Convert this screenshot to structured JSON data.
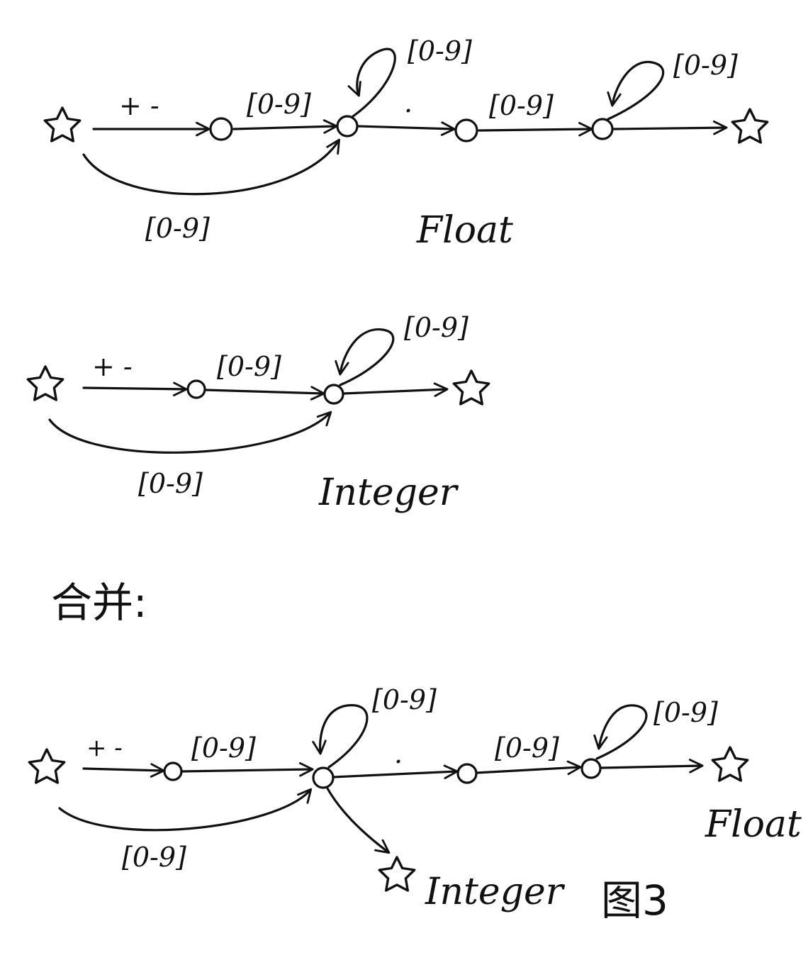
{
  "labels": {
    "sign": "+ -",
    "digit": "[0-9]",
    "dot": ".",
    "float": "Float",
    "integer": "Integer",
    "merge": "合并:",
    "figure": "图3"
  },
  "colors": {
    "ink": "#111111",
    "paper": "#ffffff"
  }
}
